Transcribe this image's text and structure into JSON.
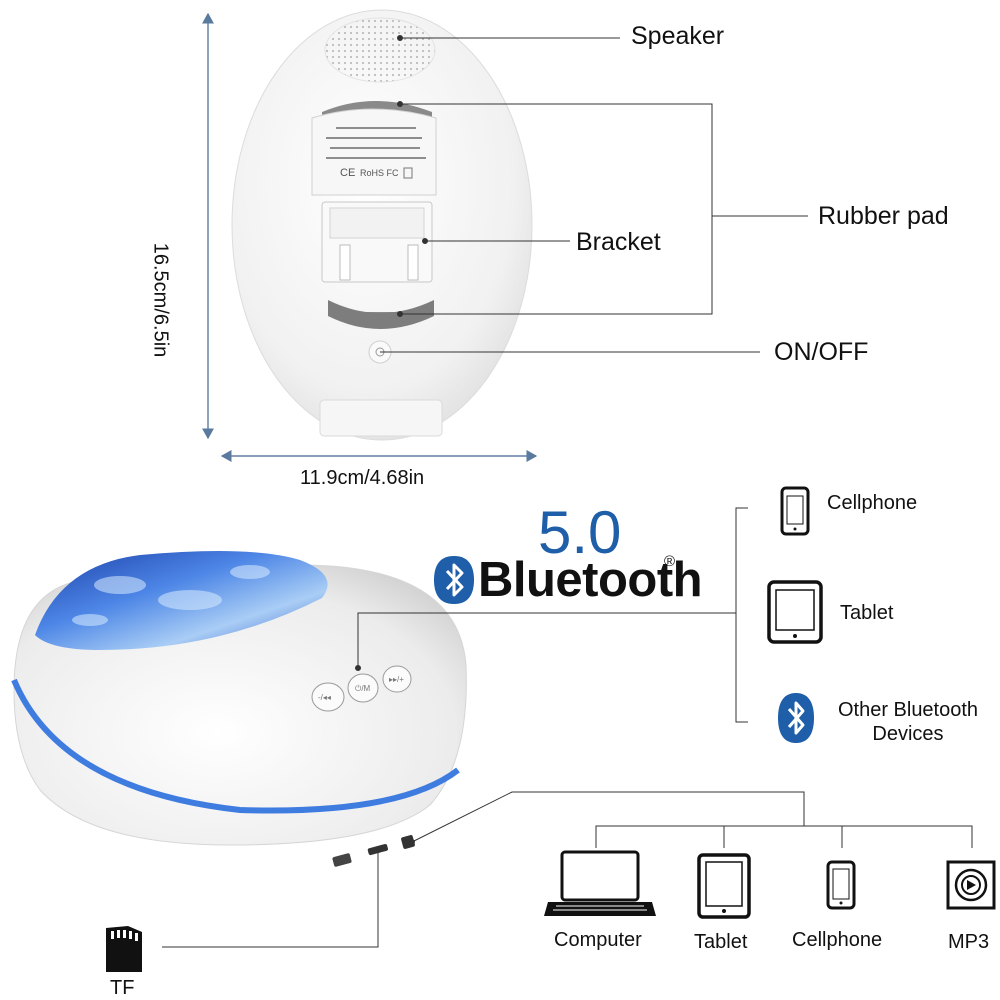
{
  "dimensions": {
    "height": "16.5cm/6.5in",
    "width": "11.9cm/4.68in"
  },
  "back_view": {
    "speaker": "Speaker",
    "rubber_pad": "Rubber pad",
    "bracket": "Bracket",
    "on_off": "ON/OFF"
  },
  "bluetooth": {
    "version": "5.0",
    "brand": "Bluetooth",
    "registered_mark": "®",
    "devices": [
      {
        "label": "Cellphone",
        "icon": "cellphone-icon"
      },
      {
        "label": "Tablet",
        "icon": "tablet-icon"
      },
      {
        "label": "Other Bluetooth Devices",
        "line1": "Other Bluetooth",
        "line2": "Devices",
        "icon": "bluetooth-icon"
      }
    ]
  },
  "aux_devices": [
    {
      "label": "Computer",
      "icon": "laptop-icon"
    },
    {
      "label": "Tablet",
      "icon": "tablet-icon"
    },
    {
      "label": "Cellphone",
      "icon": "cellphone-icon"
    },
    {
      "label": "MP3",
      "icon": "mp3-icon"
    }
  ],
  "tf_card": {
    "label": "TF",
    "icon": "sd-card-icon"
  },
  "colors": {
    "accent_blue": "#1f5ea8",
    "glow_blue": "#2c6bd8",
    "device_white": "#f4f4f4",
    "line": "#333333"
  }
}
